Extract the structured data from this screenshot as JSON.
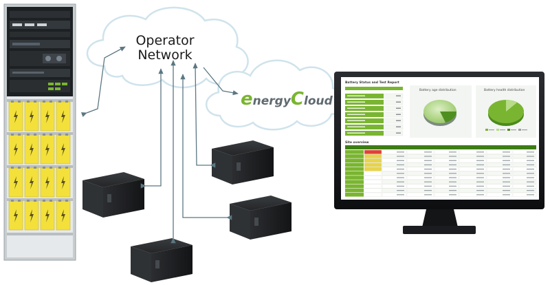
{
  "cloud_operator": {
    "line1": "Operator",
    "line2": "Network"
  },
  "cloud_energy": {
    "e": "e",
    "nergy": "nergy",
    "c": "C",
    "loud": "loud"
  },
  "colors": {
    "brand_green": "#7ab531",
    "dark_green": "#3c7d14",
    "brand_grey": "#5f6a70",
    "battery_yellow": "#f3e03b",
    "rack_dark": "#1e2124",
    "arrow": "#5b7782",
    "cloud_stroke": "#cfe3ec"
  },
  "dashboard": {
    "report_title": "Battery Status and Test Report",
    "chart1_title": "Battery age distribution",
    "chart2_title": "Battery health distribution",
    "site_overview": "Site overview"
  }
}
